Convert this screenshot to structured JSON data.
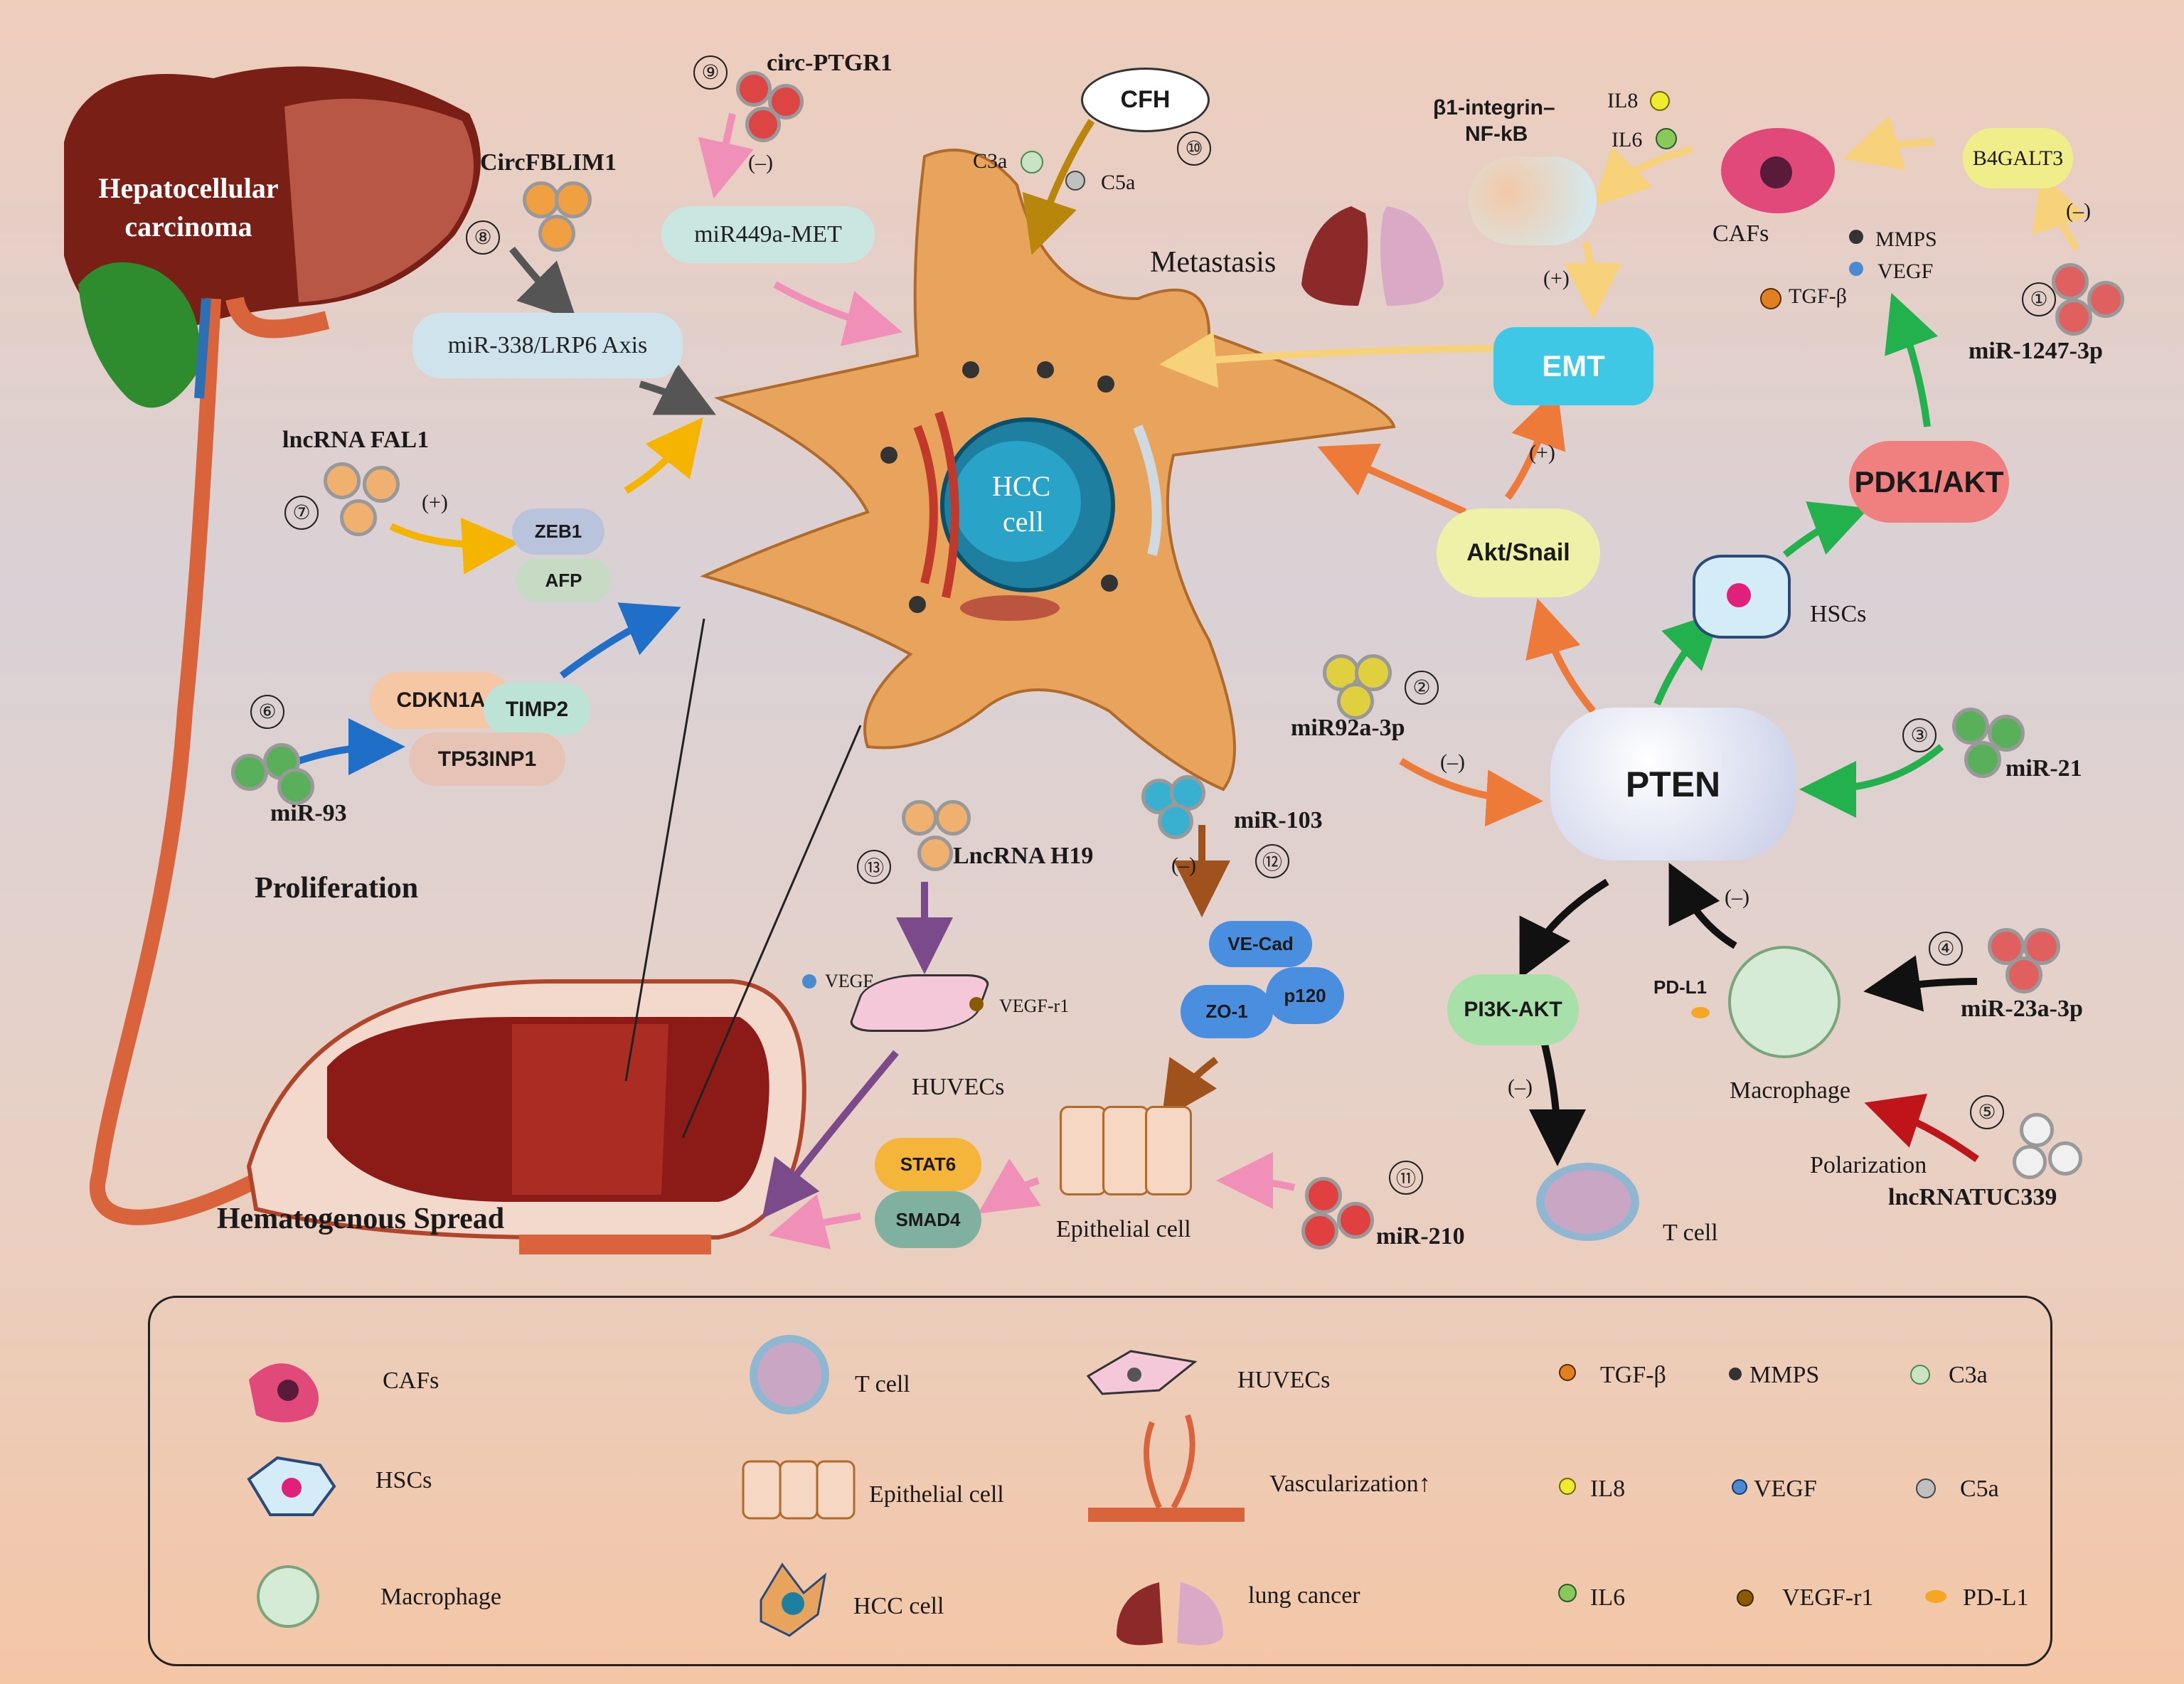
{
  "organ": {
    "liver_label": "Hepatocellular carcinoma"
  },
  "central_cell": {
    "label_line1": "HCC",
    "label_line2": "cell"
  },
  "labels": {
    "metastasis": "Metastasis",
    "proliferation": "Proliferation",
    "hematogenous_spread": "Hematogenous Spread",
    "cafs": "CAFs",
    "hscs": "HSCs",
    "macrophage": "Macrophage",
    "huvecs": "HUVECs",
    "epithelial_cell": "Epithelial cell",
    "t_cell": "T cell",
    "polarization": "Polarization",
    "mmps": "MMPS",
    "vegf": "VEGF",
    "tgfb": "TGF-β",
    "il8": "IL8",
    "il6": "IL6",
    "c3a": "C3a",
    "c5a": "C5a",
    "vegf_left": "VEGF",
    "vegf_r1": "VEGF-r1",
    "pdl1": "PD-L1",
    "plus": "(+)",
    "minus": "(–)"
  },
  "ncrnas": {
    "n1": {
      "num": "①",
      "name": "miR-1247-3p"
    },
    "n2": {
      "num": "②",
      "name": "miR92a-3p"
    },
    "n3": {
      "num": "③",
      "name": "miR-21"
    },
    "n4": {
      "num": "④",
      "name": "miR-23a-3p"
    },
    "n5": {
      "num": "⑤",
      "name": "lncRNATUC339"
    },
    "n6": {
      "num": "⑥",
      "name": "miR-93"
    },
    "n7": {
      "num": "⑦",
      "name": "lncRNA FAL1"
    },
    "n8": {
      "num": "⑧",
      "name": "CircFBLIM1"
    },
    "n9": {
      "num": "⑨",
      "name": "circ-PTGR1"
    },
    "n10": {
      "num": "⑩",
      "name": "CFH"
    },
    "n11": {
      "num": "⑪",
      "name": "miR-210"
    },
    "n12": {
      "num": "⑫",
      "name": "miR-103"
    },
    "n13": {
      "num": "⑬",
      "name": "LncRNA H19"
    }
  },
  "targets": {
    "mir449a_met": "miR449a-MET",
    "mir338_lrp6": "miR-338/LRP6 Axis",
    "zeb1": "ZEB1",
    "afp": "AFP",
    "cdkn1a": "CDKN1A",
    "timp2": "TIMP2",
    "tp53inp1": "TP53INP1",
    "b1_integrin": "β1-integrin–",
    "nfkb": "NF-kB",
    "b4galt3": "B4GALT3",
    "emt": "EMT",
    "pdk1_akt": "PDK1/AKT",
    "akt_snail": "Akt/Snail",
    "pten": "PTEN",
    "pi3k_akt": "PI3K-AKT",
    "ve_cad": "VE-Cad",
    "zo1": "ZO-1",
    "p120": "p120",
    "stat6": "STAT6",
    "smad4": "SMAD4"
  },
  "legend": {
    "cafs": "CAFs",
    "hscs": "HSCs",
    "macrophage": "Macrophage",
    "t_cell": "T cell",
    "epithelial_cell": "Epithelial cell",
    "hcc_cell": "HCC cell",
    "huvecs": "HUVECs",
    "vascularization": "Vascularization↑",
    "lung_cancer": "lung cancer",
    "tgfb": "TGF-β",
    "mmps": "MMPS",
    "c3a": "C3a",
    "il8": "IL8",
    "vegf": "VEGF",
    "c5a": "C5a",
    "il6": "IL6",
    "vegf_r1": "VEGF-r1",
    "pdl1": "PD-L1"
  },
  "colors": {
    "orange_arrow": "#ee7a3a",
    "green_arrow": "#22b14c",
    "yellow_arrow": "#f5b400",
    "blue_arrow": "#1f6fc9",
    "pink_arrow": "#f08fb8",
    "brown_arrow": "#a0521d",
    "black_arrow": "#111111",
    "purple_arrow": "#7b4a8a",
    "red_arrow": "#c0141b",
    "hcc_cell": "#e8a35c",
    "nucleus": "#1e7fa0"
  }
}
